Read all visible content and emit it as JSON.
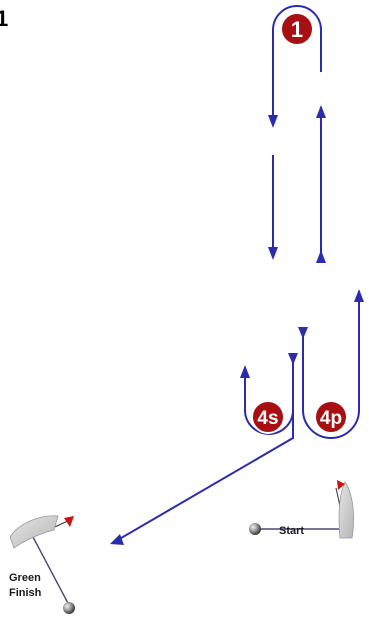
{
  "figure": {
    "corner_number": "1"
  },
  "marks": {
    "mark1": {
      "label": "1",
      "color": "#a80f12"
    },
    "mark4s": {
      "label": "4s",
      "color": "#a80f12"
    },
    "mark4p": {
      "label": "4p",
      "color": "#a80f12"
    }
  },
  "lines": {
    "start": {
      "label": "Start"
    },
    "finish": {
      "label_line1": "Green",
      "label_line2": "Finish"
    }
  },
  "colors": {
    "course_line": "#2b2bb0",
    "mark": "#a80f12",
    "flag": "#cc1111",
    "hull": "#c9c9c9"
  }
}
